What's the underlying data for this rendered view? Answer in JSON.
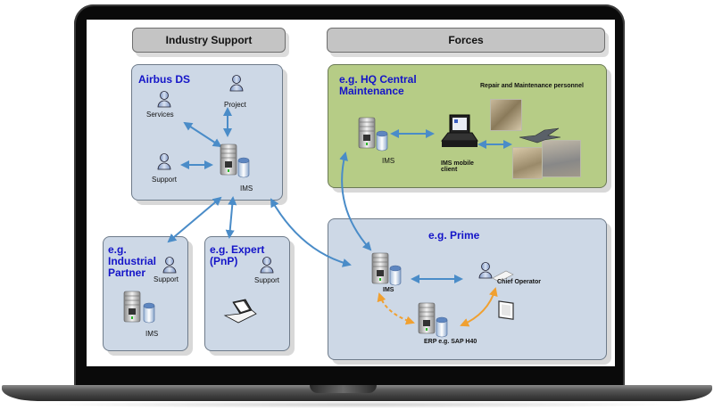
{
  "headers": {
    "industry_support": "Industry Support",
    "forces": "Forces"
  },
  "panels": {
    "airbus": {
      "title": "Airbus DS",
      "nodes": {
        "services": "Services",
        "project": "Project",
        "support": "Support",
        "ims": "IMS"
      }
    },
    "hq": {
      "title_line1": "e.g. HQ Central",
      "title_line2": "Maintenance",
      "personnel_label": "Repair and Maintenance personnel",
      "ims": "IMS",
      "mobile_line1": "IMS mobile",
      "mobile_line2": "client"
    },
    "industrial": {
      "title_line1": "e.g.",
      "title_line2": "Industrial",
      "title_line3": "Partner",
      "support": "Support",
      "ims": "IMS"
    },
    "expert": {
      "title_line1": "e.g. Expert",
      "title_line2": "(PnP)",
      "support": "Support"
    },
    "prime": {
      "title": "e.g. Prime",
      "ims": "IMS",
      "chief": "Chief Operator",
      "erp": "ERP e.g. SAP H40"
    }
  },
  "colors": {
    "blue_panel": "#cdd8e6",
    "green_panel": "#b6cc86",
    "title_blue": "#1414c8",
    "arrow_blue": "#4a8cc8",
    "arrow_orange": "#f0a030"
  }
}
